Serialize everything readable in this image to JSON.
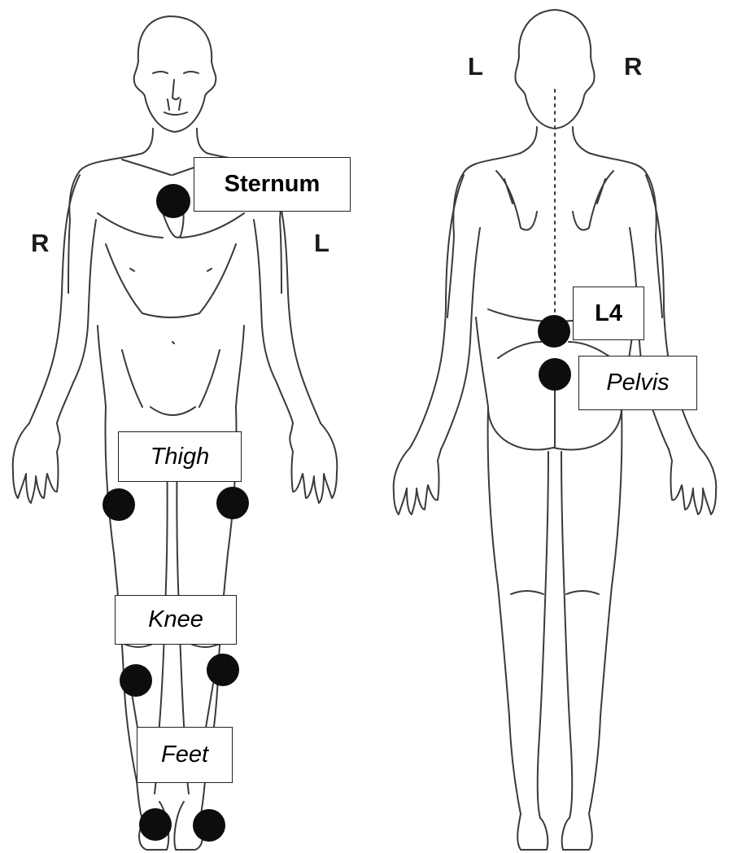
{
  "orientation": {
    "front_right": "R",
    "front_left": "L",
    "back_left": "L",
    "back_right": "R"
  },
  "labels": {
    "sternum": "Sternum",
    "thigh": "Thigh",
    "knee": "Knee",
    "feet": "Feet",
    "l4": "L4",
    "pelvis": "Pelvis"
  },
  "colors": {
    "outline": "#3a3a3a",
    "marker": "#0d0d0d",
    "box_border": "#222222"
  }
}
